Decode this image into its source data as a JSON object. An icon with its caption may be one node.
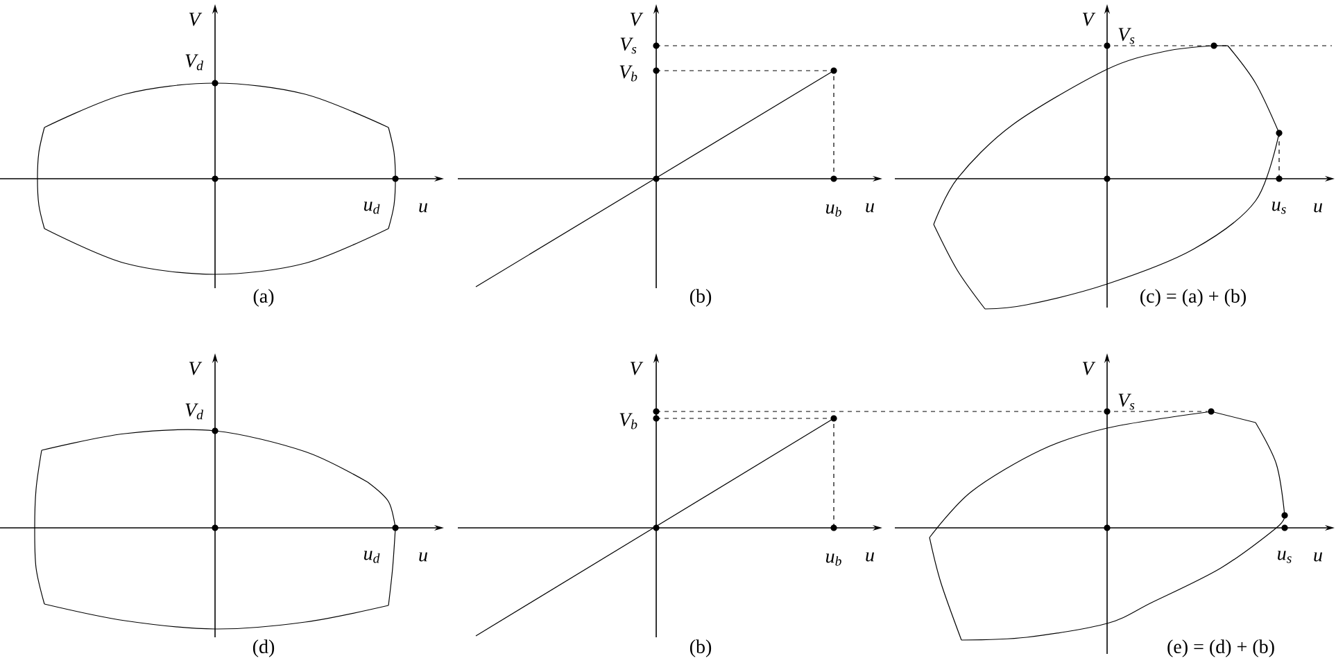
{
  "diagram": {
    "labels": [
      "V",
      "V$_{d}$",
      "u$_{d}$",
      "u",
      "(a)",
      "V",
      "V$_{s}$",
      "V$_{b}$",
      "u$_{b}$",
      "u",
      "(b)",
      "V",
      "V$_{s}$",
      "u$_{s}$",
      "u",
      "(c) = (a) + (b)",
      "V",
      "V$_{d}$",
      "u$_{d}$",
      "u",
      "(d)",
      "V",
      "V$_{b}$",
      "u$_{b}$",
      "u",
      "(b)",
      "V",
      "V$_{s}$",
      "u$_{s}$",
      "u",
      "(e) = (d) + (b)"
    ]
  }
}
